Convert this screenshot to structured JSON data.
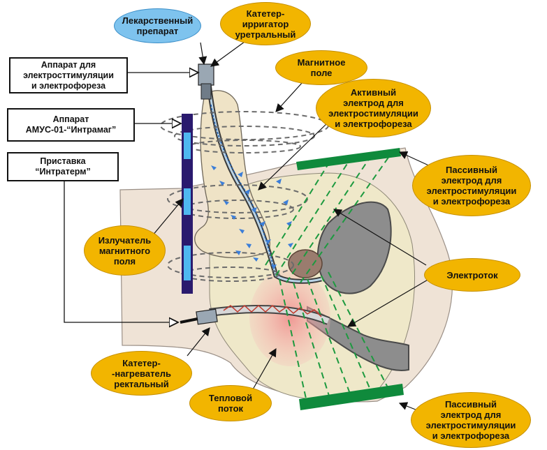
{
  "boxes": {
    "apparatus_electro": "Аппарат для\nэлектросттимуляции\nи электрофореза",
    "amus": "Аппарат\nАМУС-01-“Интрамаг”",
    "intraterm": "Приставка\n“Интратерм”"
  },
  "ovals": {
    "drug": "Лекарственный\nпрепарат",
    "urethral_catheter": "Катетер-\nирригатор\nуретральный",
    "magnetic_field": "Магнитное\nполе",
    "active_electrode": "Активный\nэлектрод для\nэлектростимуляции\nи электрофореза",
    "passive_electrode_top": "Пассивный\nэлектрод для\nэлектростимуляции\nи электрофореза",
    "emitter": "Излучатель\nмагнитного\nполя",
    "current": "Электроток",
    "rectal_catheter": "Катетер-\n-нагреватель\nректальный",
    "heat_flow": "Тепловой\nпоток",
    "passive_electrode_bottom": "Пассивный\nэлектрод для\nэлектростимуляции\nи электрофореза"
  },
  "colors": {
    "label_fill": "#f2b500",
    "drug_fill": "#7ec3ee",
    "electrode_green": "#0f8a3c",
    "emitter_bar": "#2a1a6e",
    "emitter_light": "#4fb8f0",
    "body_skin": "#efe3d6",
    "pelvis_fill": "#efe8c9",
    "heat_zone": "#f39a9a"
  }
}
